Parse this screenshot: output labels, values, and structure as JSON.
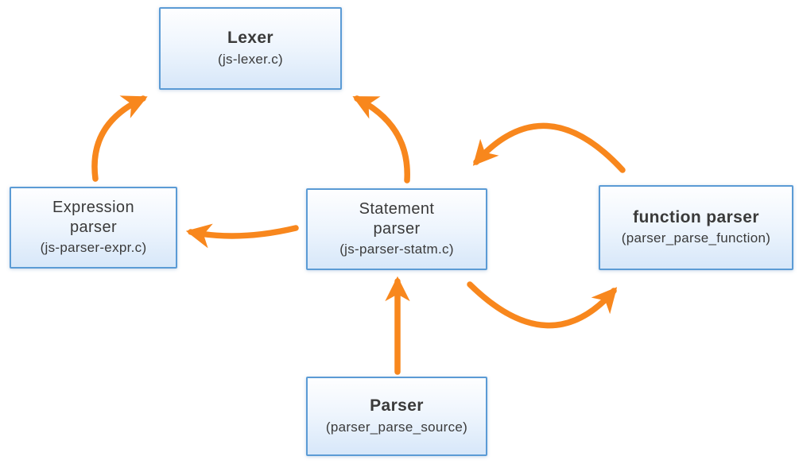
{
  "colors": {
    "arrow": "#F8871D",
    "box-border": "#5B9BD5",
    "box-fill-top": "#FEFEFF",
    "box-fill-bottom": "#D7E7F9",
    "text": "#3A3A3A"
  },
  "nodes": {
    "lexer": {
      "title": "Lexer",
      "subtitle": "(js-lexer.c)"
    },
    "expression_parser": {
      "title": "Expression\nparser",
      "subtitle": "(js-parser-expr.c)"
    },
    "statement_parser": {
      "title": "Statement\nparser",
      "subtitle": "(js-parser-statm.c)"
    },
    "function_parser": {
      "title": "function parser",
      "subtitle": "(parser_parse_function)"
    },
    "parser": {
      "title": "Parser",
      "subtitle": "(parser_parse_source)"
    }
  },
  "edges": [
    {
      "from": "expression_parser",
      "to": "lexer"
    },
    {
      "from": "statement_parser",
      "to": "lexer"
    },
    {
      "from": "statement_parser",
      "to": "expression_parser"
    },
    {
      "from": "function_parser",
      "to": "statement_parser"
    },
    {
      "from": "statement_parser",
      "to": "function_parser"
    },
    {
      "from": "parser",
      "to": "statement_parser"
    }
  ]
}
